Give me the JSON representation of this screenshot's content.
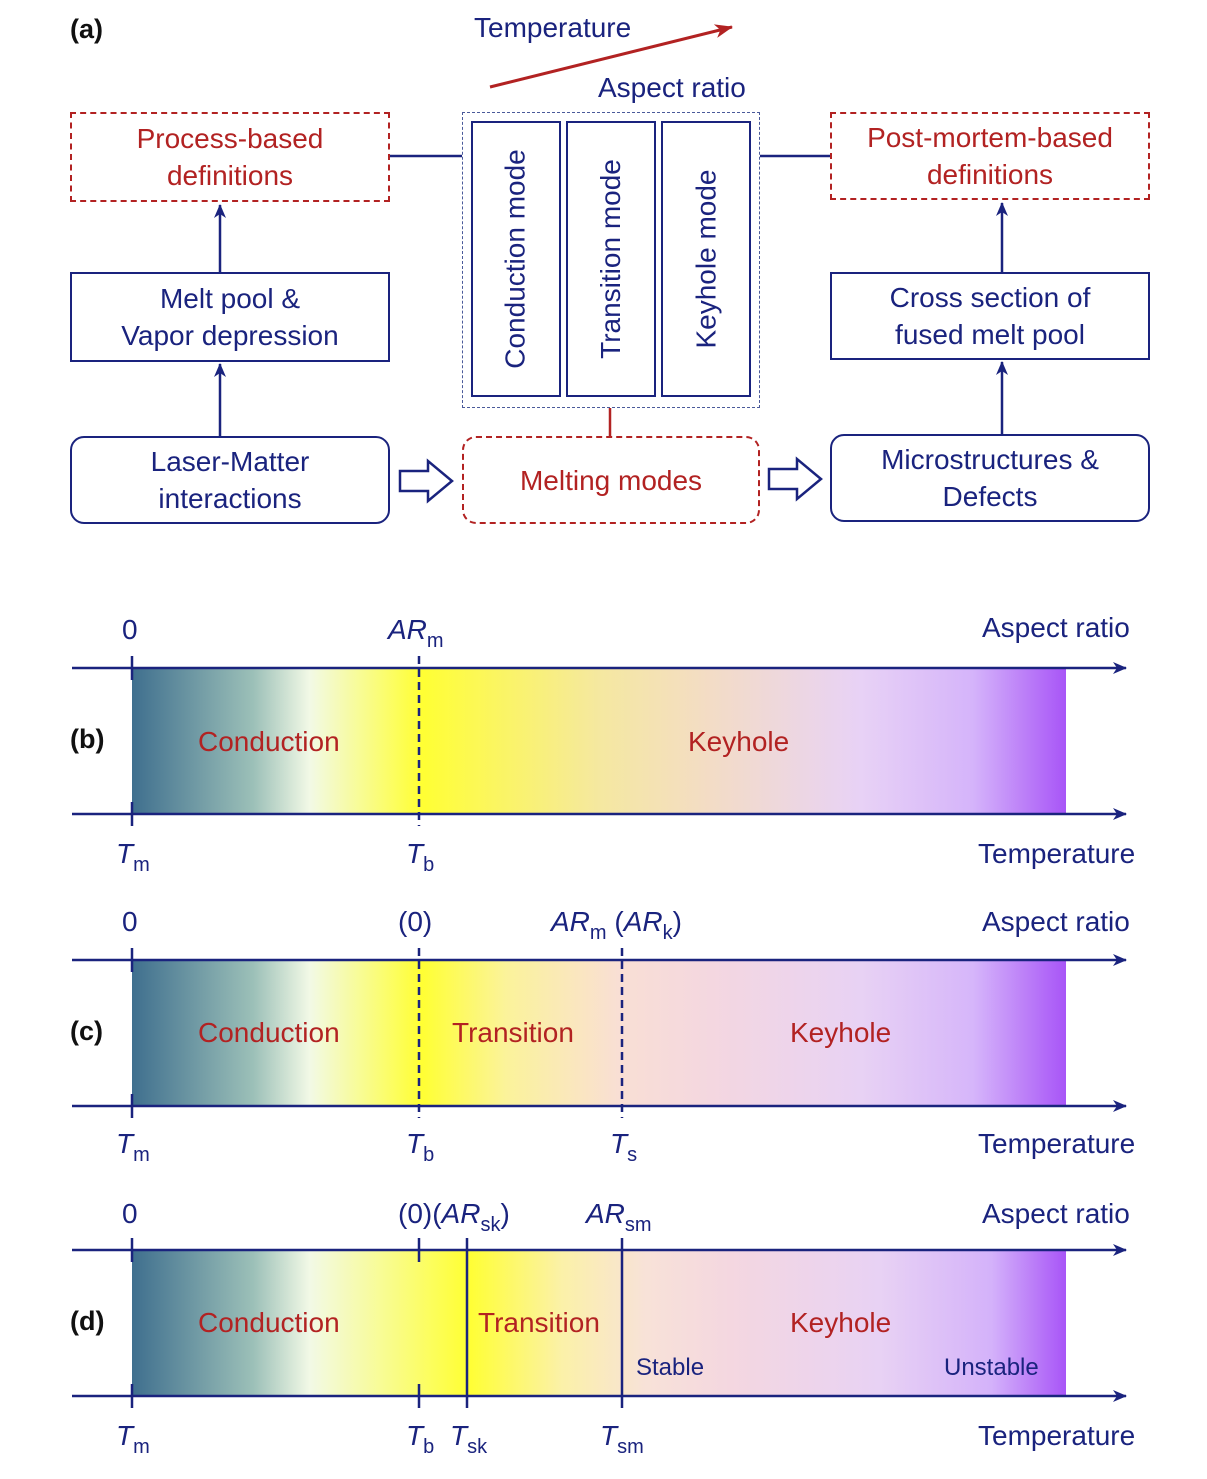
{
  "panel_a": {
    "label": "(a)",
    "temperature_arrow_label": "Temperature",
    "aspect_ratio_label": "Aspect ratio",
    "process_box": [
      "Process-based",
      "definitions"
    ],
    "postmortem_box": [
      "Post-mortem-based",
      "definitions"
    ],
    "melt_pool_box": [
      "Melt pool &",
      "Vapor depression"
    ],
    "cross_section_box": [
      "Cross section of",
      "fused melt pool"
    ],
    "laser_box": [
      "Laser-Matter",
      "interactions"
    ],
    "melting_modes_box": "Melting modes",
    "micro_box": [
      "Microstructures &",
      "Defects"
    ],
    "modes": [
      "Conduction mode",
      "Transition mode",
      "Keyhole mode"
    ]
  },
  "panel_b": {
    "label": "(b)",
    "top_ticks": {
      "zero": "0",
      "ar": "AR",
      "ar_sub": "m"
    },
    "top_axis": "Aspect ratio",
    "bottom_axis": "Temperature",
    "bottom_ticks": {
      "tm": "T",
      "tm_sub": "m",
      "tb": "T",
      "tb_sub": "b"
    },
    "regions": [
      "Conduction",
      "Keyhole"
    ]
  },
  "panel_c": {
    "label": "(c)",
    "top_ticks": {
      "zero": "0",
      "paren_zero": "(0)",
      "ar": "AR",
      "ar_sub": "m",
      "ark_open": " (",
      "ark": "AR",
      "ark_sub": "k",
      "ark_close": ")"
    },
    "top_axis": "Aspect ratio",
    "bottom_axis": "Temperature",
    "bottom_ticks": {
      "tm": "T",
      "tm_sub": "m",
      "tb": "T",
      "tb_sub": "b",
      "ts": "T",
      "ts_sub": "s"
    },
    "regions": [
      "Conduction",
      "Transition",
      "Keyhole"
    ]
  },
  "panel_d": {
    "label": "(d)",
    "top_ticks": {
      "zero": "0",
      "paren_zero": "(0)(",
      "arsk": "AR",
      "arsk_sub": "sk",
      "arsk_close": ")",
      "arsm": "AR",
      "arsm_sub": "sm"
    },
    "top_axis": "Aspect ratio",
    "bottom_axis": "Temperature",
    "bottom_ticks": {
      "tm": "T",
      "tm_sub": "m",
      "tb": "T",
      "tb_sub": "b",
      "tsk": "T",
      "tsk_sub": "sk",
      "tsm": "T",
      "tsm_sub": "sm"
    },
    "regions": [
      "Conduction",
      "Transition",
      "Keyhole"
    ],
    "stable_label": "Stable",
    "unstable_label": "Unstable"
  },
  "colors": {
    "navy": "#1a237e",
    "red": "#b22222",
    "gradient_start": "#3f6f8e",
    "yellow": "#ffff33",
    "purple": "#a855f7"
  }
}
